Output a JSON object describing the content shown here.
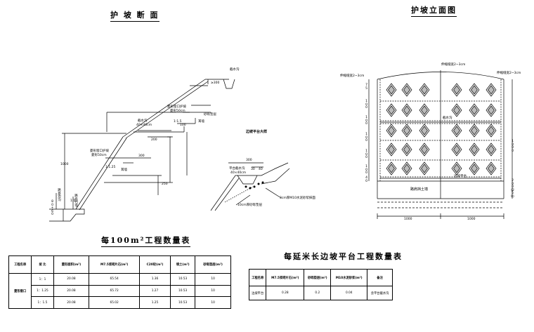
{
  "titles": {
    "section": "护 坡 断 面",
    "elevation": "护坡立面图",
    "table1": "每100m²工程数量表",
    "table2": "每延米长边坡平台工程数量表",
    "platform_detail": "边坡平台大样"
  },
  "section_labels": {
    "drain_top": "截水沟",
    "ge300": "≥300",
    "gravel_top": "砂砾垫层",
    "window_top_1": "菱形窗口护坡",
    "window_top_2": "菱形50cm",
    "slope_top": "1:1.5",
    "curb_top": "耳墙",
    "d100": "100",
    "d200": "200",
    "drain_mid_1": "截水沟",
    "drain_mid_2": "40×40cm",
    "window_mid_1": "菱形窗口护坡",
    "window_mid_2": "菱形50cm",
    "slope_mid": "1:1.25",
    "curb_mid": "耳墙",
    "d300": "300",
    "d1000": "1000",
    "d250": "250",
    "toe_a": "路基边沟",
    "toe_b": "路肩挡墙",
    "toe_c": "1:1",
    "toe_dim": "80+60"
  },
  "platform_labels": {
    "width": "300",
    "d30": "30",
    "d40": "40",
    "drain_1": "平台截水沟",
    "drain_2": "40×40cm",
    "mortar": "3cm厚M10水泥砂浆抹面",
    "gravel": "10cm厚砂砾垫层"
  },
  "elevation_labels": {
    "joint_left": "伸缩缝宽2~3cm",
    "joint_center": "伸缩缝宽2~3cm",
    "joint_right": "伸缩缝宽2~3cm",
    "drain_mid": "截水沟",
    "drain_low": "边坡平台",
    "wall": "路肩挡土墙",
    "w_left": "1000",
    "w_right": "1000",
    "h_right": "1000",
    "h_bottom": "200(250)",
    "d_small": [
      "75",
      "100",
      "100",
      "100",
      "100",
      "100",
      "40"
    ]
  },
  "table1": {
    "headers": [
      "工程名称",
      "坡 比",
      "菱形面积(m²)",
      "M7.5浆砌片石(m³)",
      "C20砼(m³)",
      "填土(m³)",
      "砂砾垫层(m³)"
    ],
    "name": "菱形窗口",
    "rows": [
      [
        "1：1",
        "20.08",
        "65.54",
        "1.36",
        "10.53",
        "10"
      ],
      [
        "1：1.25",
        "20.08",
        "65.72",
        "1.27",
        "10.53",
        "10"
      ],
      [
        "1：1.5",
        "20.08",
        "65.02",
        "1.25",
        "10.53",
        "10"
      ]
    ]
  },
  "table2": {
    "headers": [
      "工程名称",
      "M7.5浆砌片石(m³)",
      "砂砾垫层(m³)",
      "M10水泥砂浆(m³)",
      "备注"
    ],
    "row": [
      "边坡平台",
      "0.28",
      "0.2",
      "0.04",
      "含平台截水沟"
    ]
  }
}
